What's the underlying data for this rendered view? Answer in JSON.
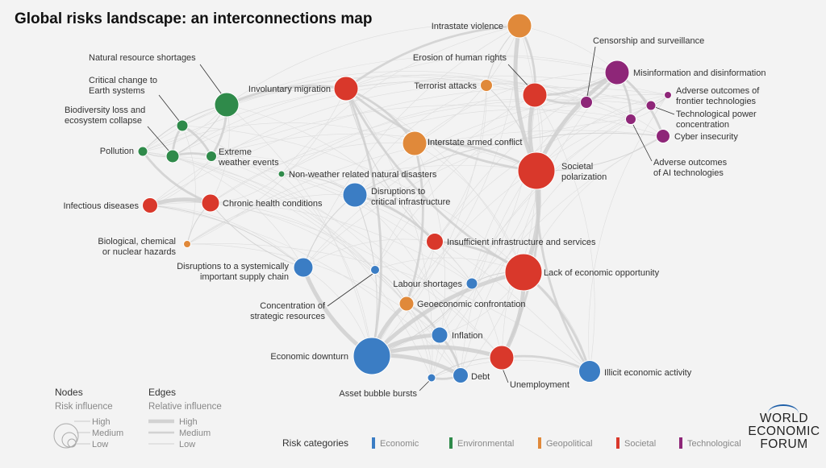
{
  "title": "Global risks landscape: an interconnections map",
  "colors": {
    "Economic": "#3b7dc4",
    "Environmental": "#2f8a4a",
    "Geopolitical": "#e0893a",
    "Societal": "#d9382b",
    "Technological": "#8e2678",
    "edge": "#cfcfcf"
  },
  "nodes": [
    {
      "id": "natural-resource-shortages",
      "label": "Natural resource shortages",
      "cat": "Environmental",
      "influence": "medium"
    },
    {
      "id": "critical-change-earth",
      "label": "Critical change to\nEarth systems",
      "cat": "Environmental",
      "influence": "low"
    },
    {
      "id": "biodiversity-loss",
      "label": "Biodiversity loss and\necosystem collapse",
      "cat": "Environmental",
      "influence": "low"
    },
    {
      "id": "pollution",
      "label": "Pollution",
      "cat": "Environmental",
      "influence": "low"
    },
    {
      "id": "extreme-weather",
      "label": "Extreme\nweather events",
      "cat": "Environmental",
      "influence": "low"
    },
    {
      "id": "non-weather-disasters",
      "label": "Non-weather related natural disasters",
      "cat": "Environmental",
      "influence": "low"
    },
    {
      "id": "involuntary-migration",
      "label": "Involuntary migration",
      "cat": "Societal",
      "influence": "medium"
    },
    {
      "id": "infectious-diseases",
      "label": "Infectious diseases",
      "cat": "Societal",
      "influence": "low"
    },
    {
      "id": "chronic-health",
      "label": "Chronic health conditions",
      "cat": "Societal",
      "influence": "low"
    },
    {
      "id": "bio-chem-nuclear",
      "label": "Biological, chemical\nor nuclear hazards",
      "cat": "Geopolitical",
      "influence": "low"
    },
    {
      "id": "supply-chain",
      "label": "Disruptions to a systemically\nimportant supply chain",
      "cat": "Economic",
      "influence": "low"
    },
    {
      "id": "strategic-resources",
      "label": "Concentration of\nstrategic resources",
      "cat": "Economic",
      "influence": "low"
    },
    {
      "id": "critical-infrastructure",
      "label": "Disruptions to\ncritical infrastructure",
      "cat": "Economic",
      "influence": "medium"
    },
    {
      "id": "intrastate-violence",
      "label": "Intrastate violence",
      "cat": "Geopolitical",
      "influence": "medium"
    },
    {
      "id": "erosion-human-rights",
      "label": "Erosion of human rights",
      "cat": "Societal",
      "influence": "medium"
    },
    {
      "id": "terrorist-attacks",
      "label": "Terrorist attacks",
      "cat": "Geopolitical",
      "influence": "low"
    },
    {
      "id": "interstate-conflict",
      "label": "Interstate armed conflict",
      "cat": "Geopolitical",
      "influence": "medium"
    },
    {
      "id": "societal-polarization",
      "label": "Societal\npolarization",
      "cat": "Societal",
      "influence": "high"
    },
    {
      "id": "insufficient-infrastructure",
      "label": "Insufficient infrastructure and services",
      "cat": "Societal",
      "influence": "low"
    },
    {
      "id": "lack-economic-opportunity",
      "label": "Lack of economic opportunity",
      "cat": "Societal",
      "influence": "high"
    },
    {
      "id": "labour-shortages",
      "label": "Labour shortages",
      "cat": "Economic",
      "influence": "low"
    },
    {
      "id": "geoeconomic-confrontation",
      "label": "Geoeconomic confrontation",
      "cat": "Geopolitical",
      "influence": "low"
    },
    {
      "id": "inflation",
      "label": "Inflation",
      "cat": "Economic",
      "influence": "low"
    },
    {
      "id": "economic-downturn",
      "label": "Economic downturn",
      "cat": "Economic",
      "influence": "high"
    },
    {
      "id": "asset-bubble",
      "label": "Asset bubble bursts",
      "cat": "Economic",
      "influence": "low"
    },
    {
      "id": "debt",
      "label": "Debt",
      "cat": "Economic",
      "influence": "low"
    },
    {
      "id": "unemployment",
      "label": "Unemployment",
      "cat": "Societal",
      "influence": "medium"
    },
    {
      "id": "illicit-economic",
      "label": "Illicit economic activity",
      "cat": "Economic",
      "influence": "medium"
    },
    {
      "id": "censorship",
      "label": "Censorship and surveillance",
      "cat": "Technological",
      "influence": "low"
    },
    {
      "id": "misinformation",
      "label": "Misinformation and disinformation",
      "cat": "Technological",
      "influence": "medium"
    },
    {
      "id": "frontier-tech",
      "label": "Adverse outcomes of\nfrontier technologies",
      "cat": "Technological",
      "influence": "low"
    },
    {
      "id": "tech-power",
      "label": "Technological power\nconcentration",
      "cat": "Technological",
      "influence": "low"
    },
    {
      "id": "cyber-insecurity",
      "label": "Cyber insecurity",
      "cat": "Technological",
      "influence": "low"
    },
    {
      "id": "ai-tech",
      "label": "Adverse outcomes\nof AI technologies",
      "cat": "Technological",
      "influence": "low"
    }
  ],
  "edges": [
    {
      "a": "economic-downturn",
      "b": "lack-economic-opportunity",
      "w": "high"
    },
    {
      "a": "economic-downturn",
      "b": "inflation",
      "w": "high"
    },
    {
      "a": "economic-downturn",
      "b": "debt",
      "w": "high"
    },
    {
      "a": "economic-downturn",
      "b": "unemployment",
      "w": "high"
    },
    {
      "a": "economic-downturn",
      "b": "supply-chain",
      "w": "high"
    },
    {
      "a": "economic-downturn",
      "b": "geoeconomic-confrontation",
      "w": "high"
    },
    {
      "a": "societal-polarization",
      "b": "misinformation",
      "w": "high"
    },
    {
      "a": "societal-polarization",
      "b": "lack-economic-opportunity",
      "w": "high"
    },
    {
      "a": "societal-polarization",
      "b": "erosion-human-rights",
      "w": "high"
    },
    {
      "a": "societal-polarization",
      "b": "intrastate-violence",
      "w": "high"
    },
    {
      "a": "societal-polarization",
      "b": "involuntary-migration",
      "w": "medium"
    },
    {
      "a": "societal-polarization",
      "b": "unemployment",
      "w": "medium"
    },
    {
      "a": "lack-economic-opportunity",
      "b": "unemployment",
      "w": "high"
    },
    {
      "a": "lack-economic-opportunity",
      "b": "illicit-economic",
      "w": "medium"
    },
    {
      "a": "lack-economic-opportunity",
      "b": "involuntary-migration",
      "w": "medium"
    },
    {
      "a": "involuntary-migration",
      "b": "intrastate-violence",
      "w": "medium"
    },
    {
      "a": "involuntary-migration",
      "b": "interstate-conflict",
      "w": "medium"
    },
    {
      "a": "involuntary-migration",
      "b": "economic-downturn",
      "w": "medium"
    },
    {
      "a": "infectious-diseases",
      "b": "chronic-health",
      "w": "high"
    },
    {
      "a": "chronic-health",
      "b": "pollution",
      "w": "medium"
    },
    {
      "a": "natural-resource-shortages",
      "b": "extreme-weather",
      "w": "medium"
    },
    {
      "a": "natural-resource-shortages",
      "b": "involuntary-migration",
      "w": "medium"
    },
    {
      "a": "critical-change-earth",
      "b": "extreme-weather",
      "w": "medium"
    },
    {
      "a": "biodiversity-loss",
      "b": "extreme-weather",
      "w": "medium"
    },
    {
      "a": "biodiversity-loss",
      "b": "pollution",
      "w": "low"
    },
    {
      "a": "biodiversity-loss",
      "b": "critical-change-earth",
      "w": "medium"
    },
    {
      "a": "natural-resource-shortages",
      "b": "biodiversity-loss",
      "w": "low"
    },
    {
      "a": "misinformation",
      "b": "censorship",
      "w": "medium"
    },
    {
      "a": "misinformation",
      "b": "cyber-insecurity",
      "w": "medium"
    },
    {
      "a": "misinformation",
      "b": "ai-tech",
      "w": "medium"
    },
    {
      "a": "misinformation",
      "b": "erosion-human-rights",
      "w": "medium"
    },
    {
      "a": "censorship",
      "b": "erosion-human-rights",
      "w": "medium"
    },
    {
      "a": "intrastate-violence",
      "b": "erosion-human-rights",
      "w": "medium"
    },
    {
      "a": "interstate-conflict",
      "b": "geoeconomic-confrontation",
      "w": "medium"
    },
    {
      "a": "critical-infrastructure",
      "b": "insufficient-infrastructure",
      "w": "medium"
    },
    {
      "a": "critical-infrastructure",
      "b": "cyber-insecurity",
      "w": "low"
    },
    {
      "a": "insufficient-infrastructure",
      "b": "lack-economic-opportunity",
      "w": "medium"
    },
    {
      "a": "inflation",
      "b": "debt",
      "w": "medium"
    },
    {
      "a": "debt",
      "b": "asset-bubble",
      "w": "medium"
    },
    {
      "a": "unemployment",
      "b": "illicit-economic",
      "w": "medium"
    },
    {
      "a": "labour-shortages",
      "b": "lack-economic-opportunity",
      "w": "low"
    },
    {
      "a": "strategic-resources",
      "b": "geoeconomic-confrontation",
      "w": "low"
    },
    {
      "a": "terrorist-attacks",
      "b": "intrastate-violence",
      "w": "low"
    },
    {
      "a": "supply-chain",
      "b": "chronic-health",
      "w": "low"
    },
    {
      "a": "supply-chain",
      "b": "critical-infrastructure",
      "w": "low"
    },
    {
      "a": "ai-tech",
      "b": "tech-power",
      "w": "low"
    },
    {
      "a": "frontier-tech",
      "b": "tech-power",
      "w": "low"
    },
    {
      "a": "bio-chem-nuclear",
      "b": "chronic-health",
      "w": "low"
    },
    {
      "a": "non-weather-disasters",
      "b": "critical-infrastructure",
      "w": "low"
    },
    {
      "a": "interstate-conflict",
      "b": "societal-polarization",
      "w": "medium"
    },
    {
      "a": "geoeconomic-confrontation",
      "b": "inflation",
      "w": "medium"
    },
    {
      "a": "illicit-economic",
      "b": "societal-polarization",
      "w": "medium"
    },
    {
      "a": "terrorist-attacks",
      "b": "societal-polarization",
      "w": "low"
    },
    {
      "a": "cyber-insecurity",
      "b": "societal-polarization",
      "w": "low"
    },
    {
      "a": "infectious-diseases",
      "b": "supply-chain",
      "w": "low"
    },
    {
      "a": "pollution",
      "b": "natural-resource-shortages",
      "w": "low"
    },
    {
      "a": "critical-infrastructure",
      "b": "economic-downturn",
      "w": "low"
    },
    {
      "a": "insufficient-infrastructure",
      "b": "involuntary-migration",
      "w": "low"
    },
    {
      "a": "labour-shortages",
      "b": "economic-downturn",
      "w": "low"
    },
    {
      "a": "asset-bubble",
      "b": "unemployment",
      "w": "low"
    }
  ],
  "legend": {
    "nodes_title": "Nodes",
    "nodes_sub": "Risk influence",
    "edges_title": "Edges",
    "edges_sub": "Relative influence",
    "high": "High",
    "medium": "Medium",
    "low": "Low",
    "categories_title": "Risk categories",
    "categories": [
      "Economic",
      "Environmental",
      "Geopolitical",
      "Societal",
      "Technological"
    ]
  },
  "logo": {
    "line1": "WORLD",
    "line2": "ECONOMIC",
    "line3": "FORUM"
  }
}
